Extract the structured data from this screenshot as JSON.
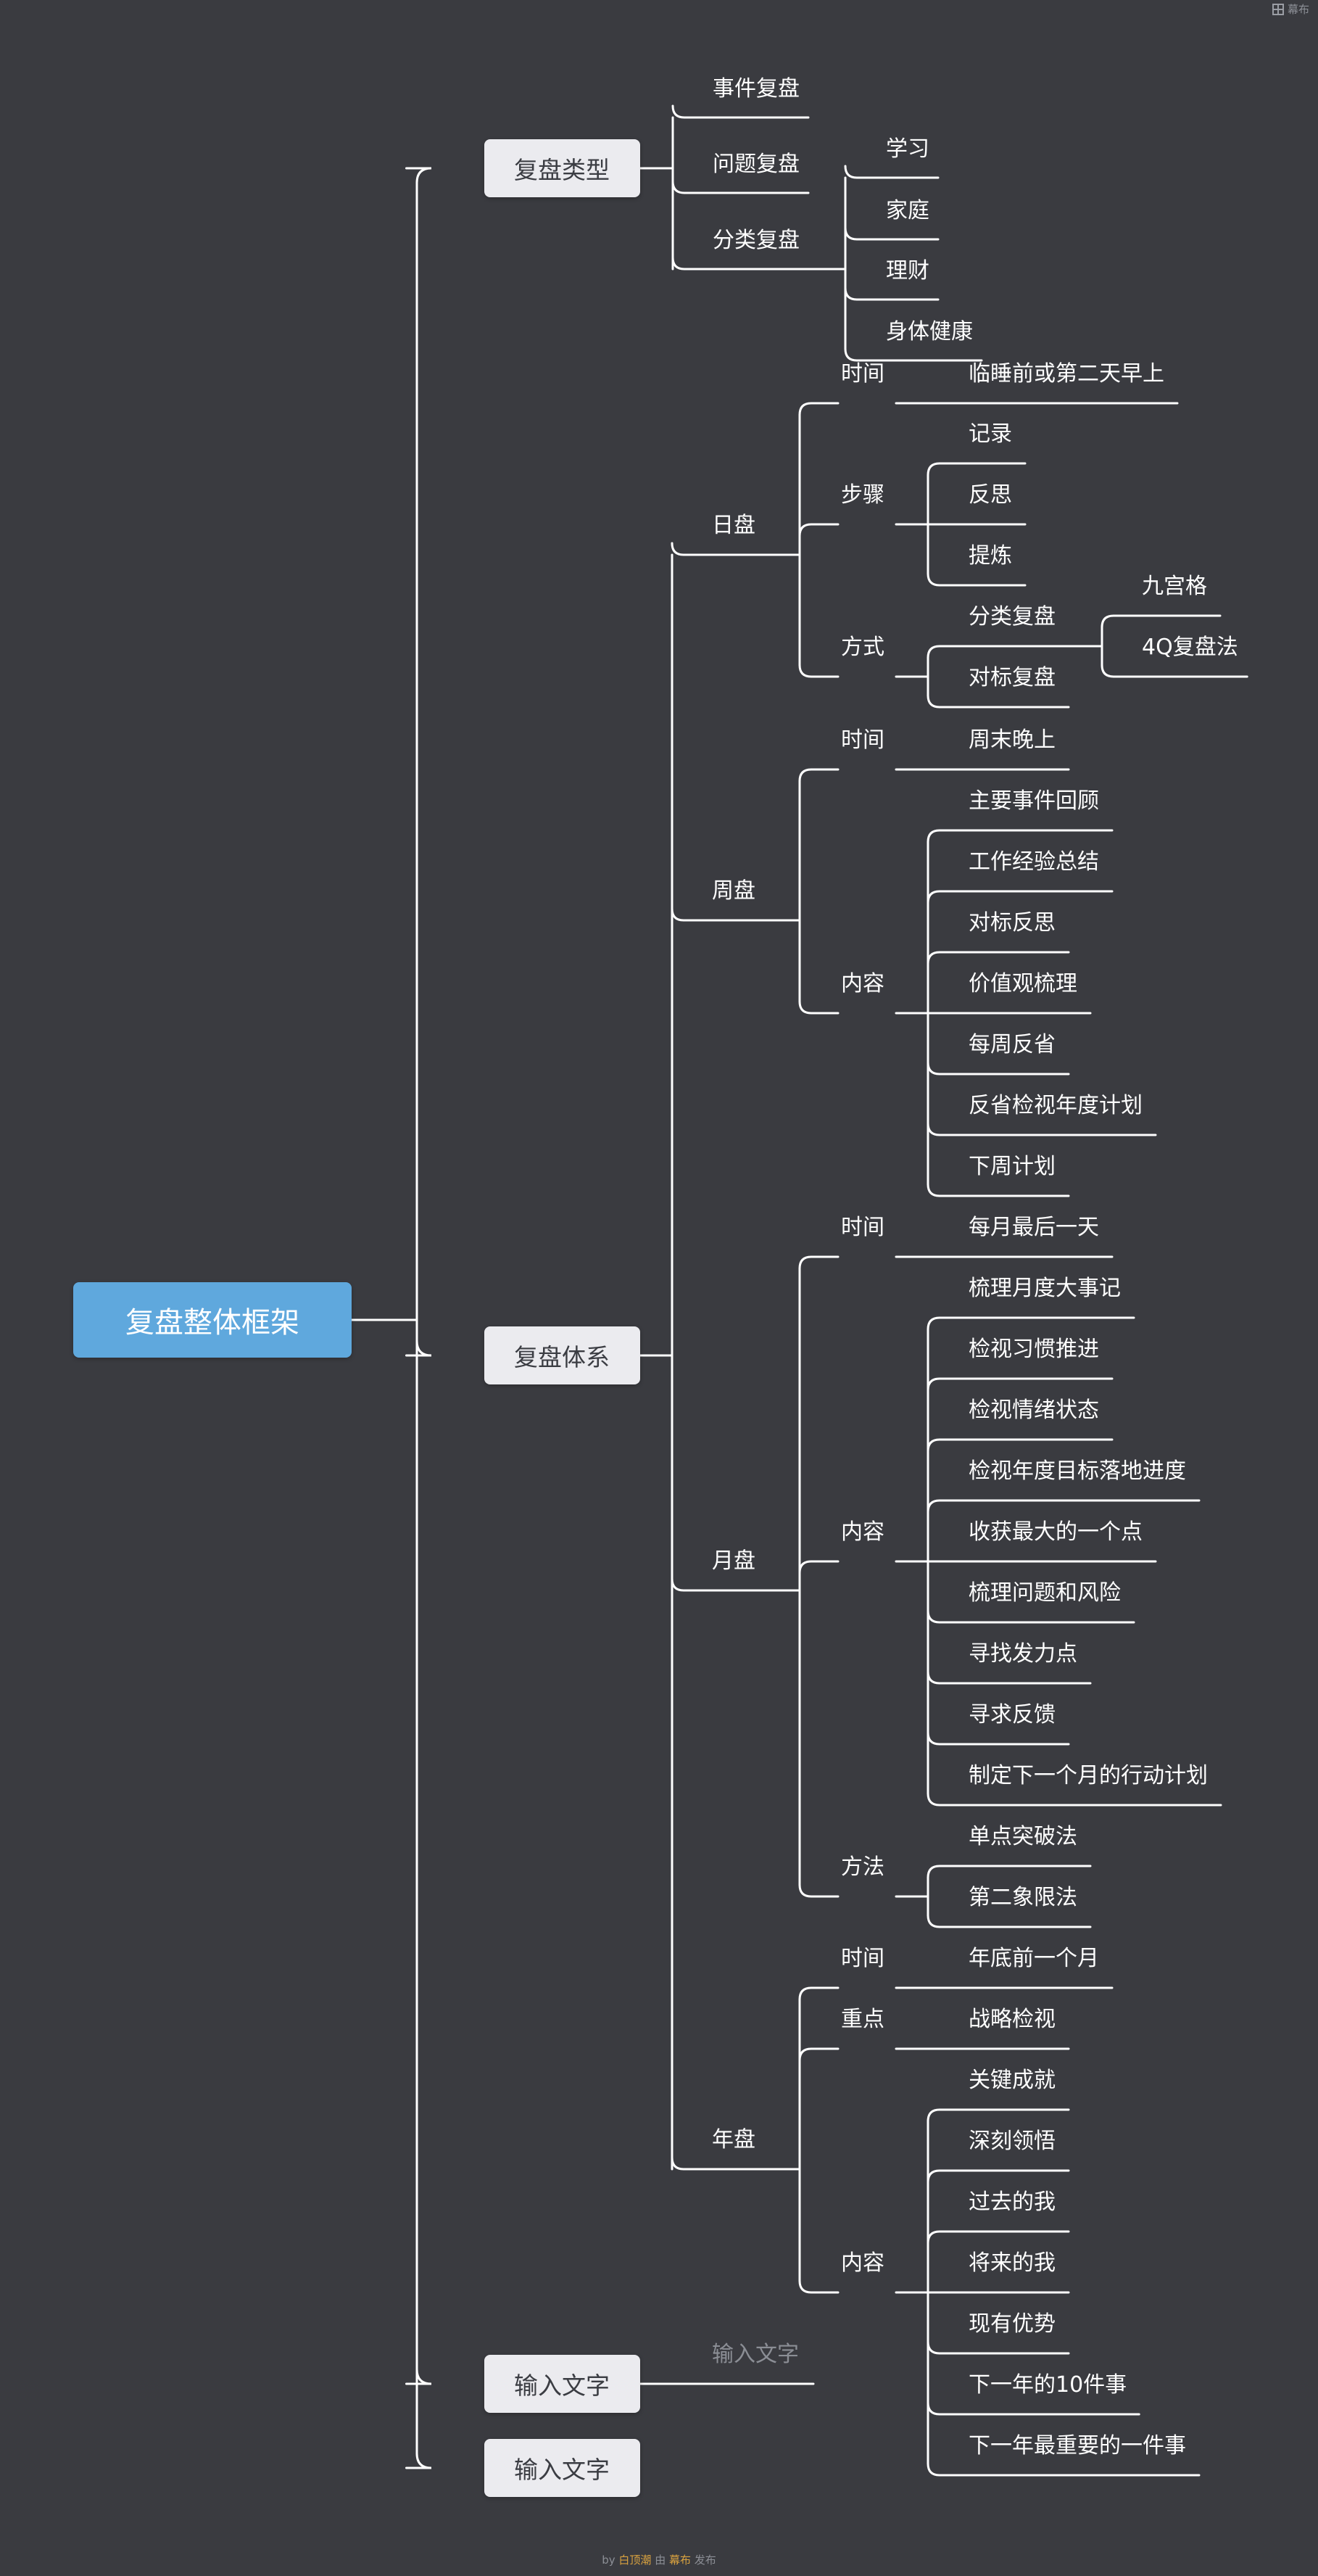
{
  "brand": {
    "corner_label": "幕布"
  },
  "footer": {
    "by": "by",
    "author": "白顶潮",
    "via": "由",
    "platform": "幕布",
    "publish": "发布"
  },
  "mindmap": {
    "root": "复盘整体框架",
    "branches": [
      {
        "label": "复盘类型",
        "children": [
          {
            "label": "事件复盘",
            "children": []
          },
          {
            "label": "问题复盘",
            "children": []
          },
          {
            "label": "分类复盘",
            "children": [
              {
                "label": "学习"
              },
              {
                "label": "家庭"
              },
              {
                "label": "理财"
              },
              {
                "label": "身体健康"
              }
            ]
          }
        ]
      },
      {
        "label": "复盘体系",
        "children": [
          {
            "label": "日盘",
            "children": [
              {
                "label": "时间",
                "children": [
                  {
                    "label": "临睡前或第二天早上"
                  }
                ]
              },
              {
                "label": "步骤",
                "children": [
                  {
                    "label": "记录"
                  },
                  {
                    "label": "反思"
                  },
                  {
                    "label": "提炼"
                  }
                ]
              },
              {
                "label": "方式",
                "children": [
                  {
                    "label": "分类复盘",
                    "children": [
                      {
                        "label": "九宫格"
                      },
                      {
                        "label": "4Q复盘法"
                      }
                    ]
                  },
                  {
                    "label": "对标复盘"
                  }
                ]
              }
            ]
          },
          {
            "label": "周盘",
            "children": [
              {
                "label": "时间",
                "children": [
                  {
                    "label": "周末晚上"
                  }
                ]
              },
              {
                "label": "内容",
                "children": [
                  {
                    "label": "主要事件回顾"
                  },
                  {
                    "label": "工作经验总结"
                  },
                  {
                    "label": "对标反思"
                  },
                  {
                    "label": "价值观梳理"
                  },
                  {
                    "label": "每周反省"
                  },
                  {
                    "label": "反省检视年度计划"
                  },
                  {
                    "label": "下周计划"
                  }
                ]
              }
            ]
          },
          {
            "label": "月盘",
            "children": [
              {
                "label": "时间",
                "children": [
                  {
                    "label": "每月最后一天"
                  }
                ]
              },
              {
                "label": "内容",
                "children": [
                  {
                    "label": "梳理月度大事记"
                  },
                  {
                    "label": "检视习惯推进"
                  },
                  {
                    "label": "检视情绪状态"
                  },
                  {
                    "label": "检视年度目标落地进度"
                  },
                  {
                    "label": "收获最大的一个点"
                  },
                  {
                    "label": "梳理问题和风险"
                  },
                  {
                    "label": "寻找发力点"
                  },
                  {
                    "label": "寻求反馈"
                  },
                  {
                    "label": "制定下一个月的行动计划"
                  }
                ]
              },
              {
                "label": "方法",
                "children": [
                  {
                    "label": "单点突破法"
                  },
                  {
                    "label": "第二象限法"
                  }
                ]
              }
            ]
          },
          {
            "label": "年盘",
            "children": [
              {
                "label": "时间",
                "children": [
                  {
                    "label": "年底前一个月"
                  }
                ]
              },
              {
                "label": "重点",
                "children": [
                  {
                    "label": "战略检视"
                  }
                ]
              },
              {
                "label": "内容",
                "children": [
                  {
                    "label": "关键成就"
                  },
                  {
                    "label": "深刻领悟"
                  },
                  {
                    "label": "过去的我"
                  },
                  {
                    "label": "将来的我"
                  },
                  {
                    "label": "现有优势"
                  },
                  {
                    "label": "下一年的10件事"
                  },
                  {
                    "label": "下一年最重要的一件事"
                  }
                ]
              }
            ]
          }
        ]
      },
      {
        "label": "输入文字",
        "children": [
          {
            "label": "输入文字",
            "placeholder": true
          }
        ]
      },
      {
        "label": "输入文字",
        "children": []
      }
    ]
  }
}
